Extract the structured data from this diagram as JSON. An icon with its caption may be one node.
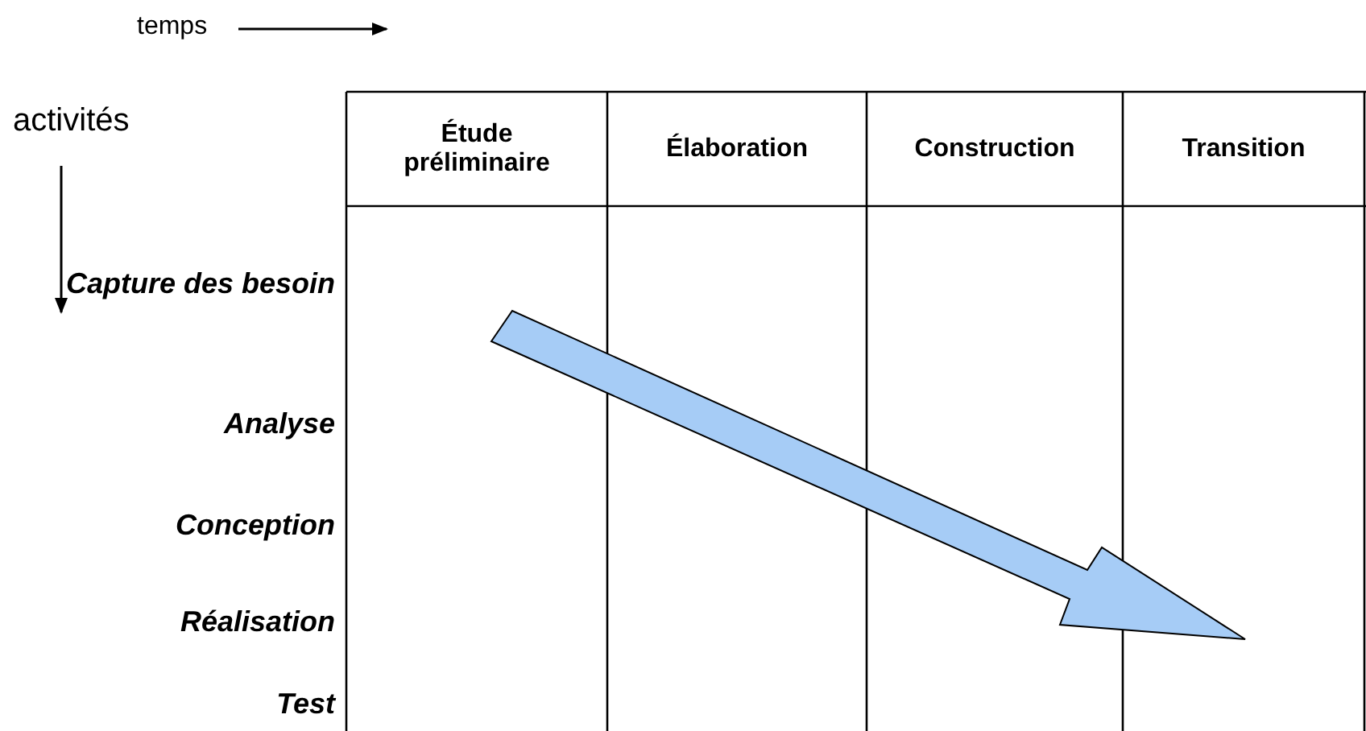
{
  "diagram": {
    "labels": [
      "temps",
      "activités",
      "Étude préliminaire",
      "Élaboration",
      "Construction",
      "Transition",
      "Capture des besoin",
      "Analyse",
      "Conception",
      "Réalisation",
      "Test"
    ]
  }
}
